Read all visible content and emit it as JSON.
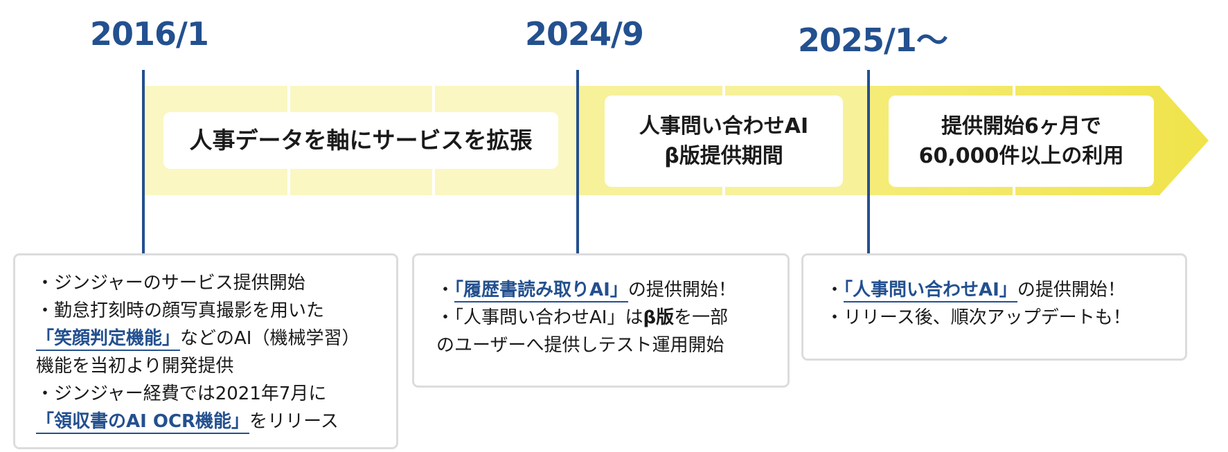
{
  "dates": [
    "2016/1",
    "2024/9",
    "2025/1〜"
  ],
  "phases": [
    {
      "lines": [
        "人事データを軸にサービスを拡張"
      ]
    },
    {
      "lines": [
        "人事問い合わせAI",
        "β版提供期間"
      ]
    },
    {
      "lines": [
        "提供開始6ヶ月で",
        "60,000件以上の利用"
      ]
    }
  ],
  "cards": {
    "card1": {
      "l1": "・ジンジャーのサービス提供開始",
      "l2": "・勤怠打刻時の顔写真撮影を用いた",
      "l3_hl": "「笑顔判定機能」",
      "l3_rest": "などのAI（機械学習）",
      "l4": "機能を当初より開発提供",
      "l5": "・ジンジャー経費では2021年7月に",
      "l6_hl": "「領収書のAI OCR機能」",
      "l6_rest": "をリリース"
    },
    "card2": {
      "l1_pre": "・",
      "l1_hl": "「履歴書読み取りAI」",
      "l1_rest": "の提供開始！",
      "l2_pre": "・「人事問い合わせAI」は",
      "l2_bold": "β版",
      "l2_rest": "を一部",
      "l3": "のユーザーへ提供しテスト運用開始"
    },
    "card3": {
      "l1_pre": "・",
      "l1_hl": "「人事問い合わせAI」",
      "l1_rest": "の提供開始！",
      "l2": "・リリース後、順次アップデートも！"
    }
  },
  "colors": {
    "accent_blue": "#23508f",
    "band_light": "#faf7c2",
    "band_mid": "#f7f19a",
    "band_strong": "#f2e75a",
    "card_border": "#dcdcdc"
  }
}
